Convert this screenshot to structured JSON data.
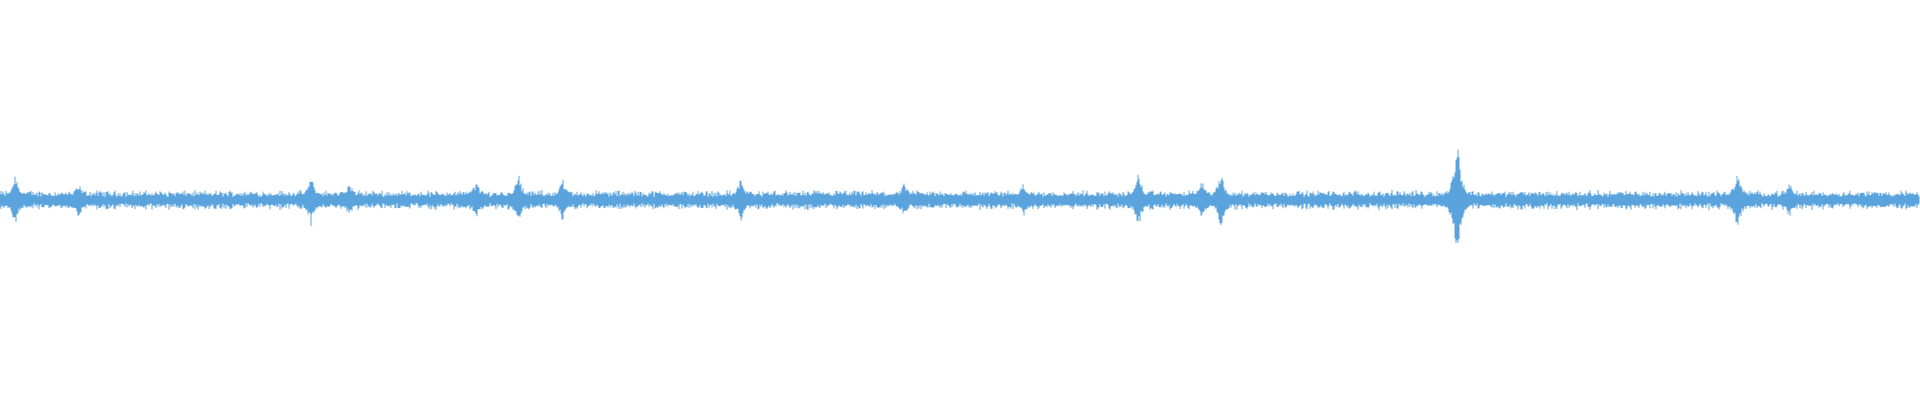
{
  "waveform": {
    "color": "#5aa3dc",
    "background": "#ffffff",
    "baseline_level": 0.0,
    "noise_amplitude": 0.045,
    "spikes": [
      {
        "position": 0.008,
        "amplitude": 0.12
      },
      {
        "position": 0.041,
        "amplitude": 0.07
      },
      {
        "position": 0.162,
        "amplitude": 0.11
      },
      {
        "position": 0.182,
        "amplitude": 0.07
      },
      {
        "position": 0.248,
        "amplitude": 0.08
      },
      {
        "position": 0.27,
        "amplitude": 0.12
      },
      {
        "position": 0.293,
        "amplitude": 0.09
      },
      {
        "position": 0.386,
        "amplitude": 0.1
      },
      {
        "position": 0.471,
        "amplitude": 0.07
      },
      {
        "position": 0.533,
        "amplitude": 0.07
      },
      {
        "position": 0.593,
        "amplitude": 0.12
      },
      {
        "position": 0.626,
        "amplitude": 0.08
      },
      {
        "position": 0.636,
        "amplitude": 0.13
      },
      {
        "position": 0.759,
        "amplitude": 0.32
      },
      {
        "position": 0.905,
        "amplitude": 0.14
      },
      {
        "position": 0.932,
        "amplitude": 0.07
      }
    ]
  }
}
